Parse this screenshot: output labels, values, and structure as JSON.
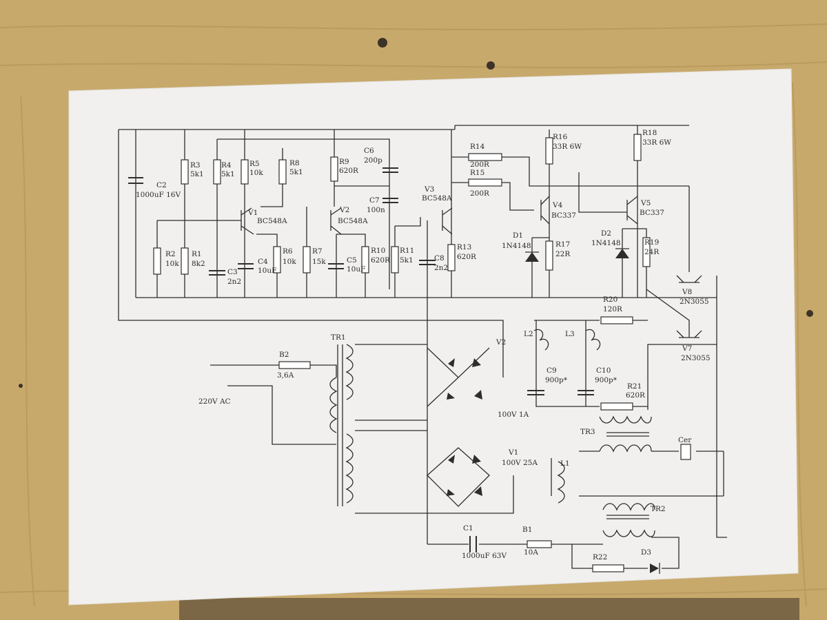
{
  "labels": {
    "C2": "C2",
    "C2v": "1000uF 16V",
    "R3": "R3",
    "R3v": "5k1",
    "R4": "R4",
    "R4v": "5k1",
    "R5": "R5",
    "R5v": "10k",
    "R8": "R8",
    "R8v": "5k1",
    "R9": "R9",
    "R9v": "620R",
    "C6": "C6",
    "C6v": "200p",
    "C7": "C7",
    "C7v": "100n",
    "V1t": "V1",
    "V1tv": "BC548A",
    "V2t": "V2",
    "V2tv": "BC548A",
    "V3": "V3",
    "V3v": "BC548A",
    "R2": "R2",
    "R2v": "10k",
    "R1": "R1",
    "R1v": "8k2",
    "C3": "C3",
    "C3v": "2n2",
    "C4": "C4",
    "C4v": "10uF",
    "R6": "R6",
    "R6v": "10k",
    "R7": "R7",
    "R7v": "15k",
    "C5": "C5",
    "C5v": "10uF",
    "R10": "R10",
    "R10v": "620R",
    "R11": "R11",
    "R11v": "5k1",
    "C8": "C8",
    "C8v": "2n2",
    "R13": "R13",
    "R13v": "620R",
    "R14": "R14",
    "R14v": "200R",
    "R15": "R15",
    "R15v": "200R",
    "R16": "R16",
    "R16v": "33R 6W",
    "R18": "R18",
    "R18v": "33R 6W",
    "V4": "V4",
    "V4v": "BC337",
    "V5": "V5",
    "V5v": "BC337",
    "D1": "D1",
    "D1v": "1N4148",
    "R17": "R17",
    "R17v": "22R",
    "D2": "D2",
    "D2v": "1N4148",
    "R19": "R19",
    "R19v": "24R",
    "V8": "V8",
    "V8v": "2N3055",
    "V7": "V7",
    "V7v": "2N3055",
    "R20": "R20",
    "R20v": "120R",
    "L2": "L2",
    "L3": "L3",
    "C9": "C9",
    "C9v": "900p*",
    "C10": "C10",
    "C10v": "900p*",
    "R21": "R21",
    "R21v": "620R",
    "V2b": "V2",
    "V2bv": "100V 1A",
    "TR1": "TR1",
    "B2": "B2",
    "B2v": "3,6A",
    "AC": "220V AC",
    "TR3": "TR3",
    "Cer": "Cer",
    "L1": "L1",
    "V1b": "V1",
    "V1bv": "100V 25A",
    "TR2": "TR2",
    "C1": "C1",
    "C1v": "1000uF 63V",
    "B1": "B1",
    "B1v": "10A",
    "R22": "R22",
    "D3": "D3"
  }
}
